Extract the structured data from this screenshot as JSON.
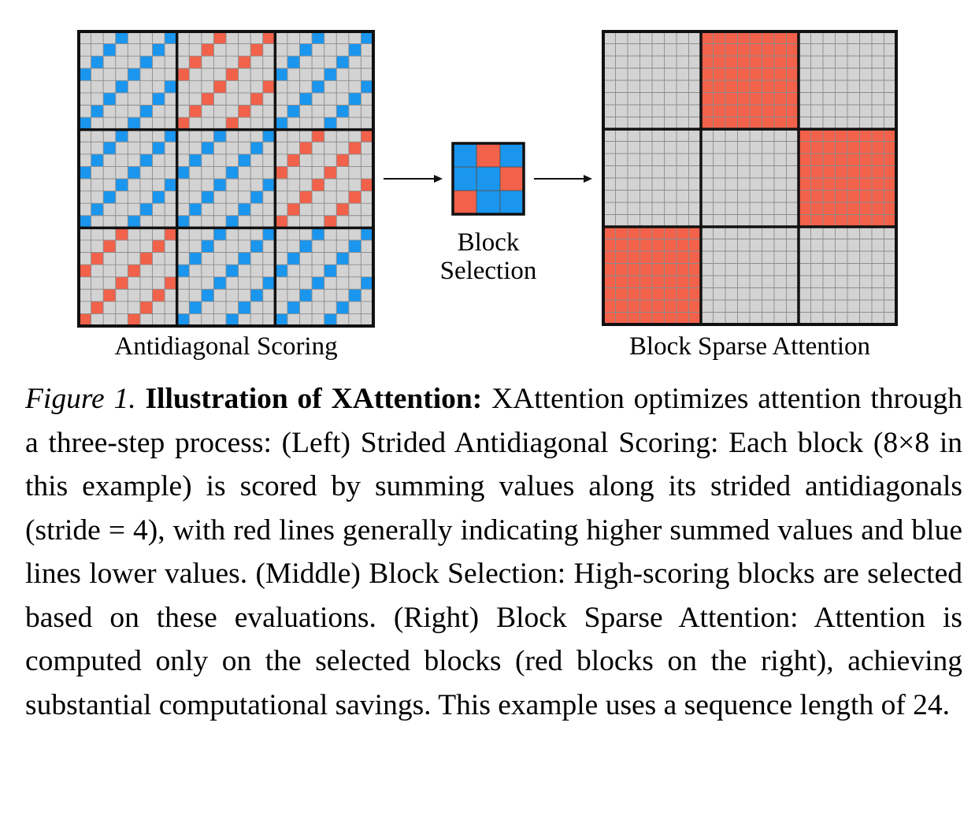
{
  "figure": {
    "seq_len": 24,
    "block_size": 8,
    "stride": 4,
    "colors": {
      "grid_bg": "#d3d3d3",
      "grid_line": "#8c8c8c",
      "border": "#111111",
      "red": "#f2614a",
      "blue": "#1a96ee"
    },
    "left_panel": {
      "label": "Antidiagonal Scoring",
      "block_colors": [
        [
          "blue",
          "red",
          "blue"
        ],
        [
          "blue",
          "blue",
          "red"
        ],
        [
          "red",
          "blue",
          "blue"
        ]
      ]
    },
    "middle_panel": {
      "label_line1": "Block",
      "label_line2": "Selection",
      "cells": [
        [
          "blue",
          "red",
          "blue"
        ],
        [
          "blue",
          "blue",
          "red"
        ],
        [
          "red",
          "blue",
          "blue"
        ]
      ]
    },
    "right_panel": {
      "label": "Block Sparse Attention",
      "selected": [
        [
          false,
          true,
          false
        ],
        [
          false,
          false,
          true
        ],
        [
          true,
          false,
          false
        ]
      ]
    }
  },
  "caption": {
    "figure_number": "Figure 1.",
    "title": "Illustration of XAttention:",
    "body": " XAttention optimizes at­tention through a three-step process: (Left) Strided Antidiagonal Scoring: Each block (8×8 in this example) is scored by summing values along its strided antidiagonals (stride = 4), with red lines generally indicating higher summed values and blue lines lower values. (Middle) Block Selection: High-scoring blocks are se­lected based on these evaluations. (Right) Block Sparse Attention: Attention is computed only on the selected blocks (red blocks on the right), achieving substantial computational savings. This example uses a sequence length of 24."
  }
}
